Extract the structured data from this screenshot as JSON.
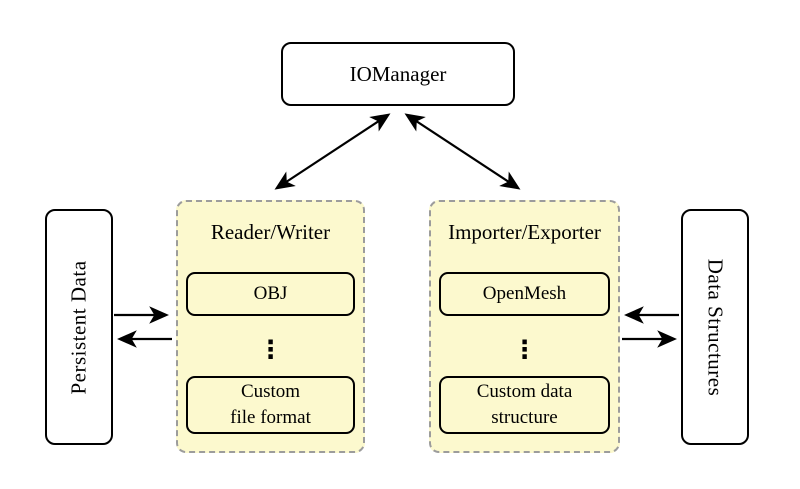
{
  "nodes": {
    "iomanager": {
      "label": "IOManager"
    },
    "persistent_data": {
      "label": "Persistent Data"
    },
    "data_structures": {
      "label": "Data Structures"
    },
    "reader_writer": {
      "title": "Reader/Writer",
      "top_item": "OBJ",
      "dots": "⋮",
      "bottom_item": {
        "line1": "Custom",
        "line2": "file format"
      }
    },
    "importer_exporter": {
      "title": "Importer/Exporter",
      "top_item": "OpenMesh",
      "dots": "⋮",
      "bottom_item": {
        "line1": "Custom data",
        "line2": "structure"
      }
    }
  },
  "edges": [
    {
      "name": "iomanager-readerwriter",
      "between": [
        "iomanager",
        "reader_writer"
      ],
      "bidirectional": true
    },
    {
      "name": "iomanager-importerexporter",
      "between": [
        "iomanager",
        "importer_exporter"
      ],
      "bidirectional": true
    },
    {
      "name": "persistentdata-to-readerwriter",
      "from": "persistent_data",
      "to": "reader_writer",
      "bidirectional": false
    },
    {
      "name": "readerwriter-to-persistentdata",
      "from": "reader_writer",
      "to": "persistent_data",
      "bidirectional": false
    },
    {
      "name": "datastructures-to-importerexporter",
      "from": "data_structures",
      "to": "importer_exporter",
      "bidirectional": false
    },
    {
      "name": "importerexporter-to-datastructures",
      "from": "importer_exporter",
      "to": "data_structures",
      "bidirectional": false
    }
  ],
  "colors": {
    "background": "#ffffff",
    "panel_fill": "#fcf9ce",
    "panel_dash_border": "#9c9c9c",
    "node_border": "#000000",
    "arrow": "#000000",
    "text": "#000000"
  }
}
